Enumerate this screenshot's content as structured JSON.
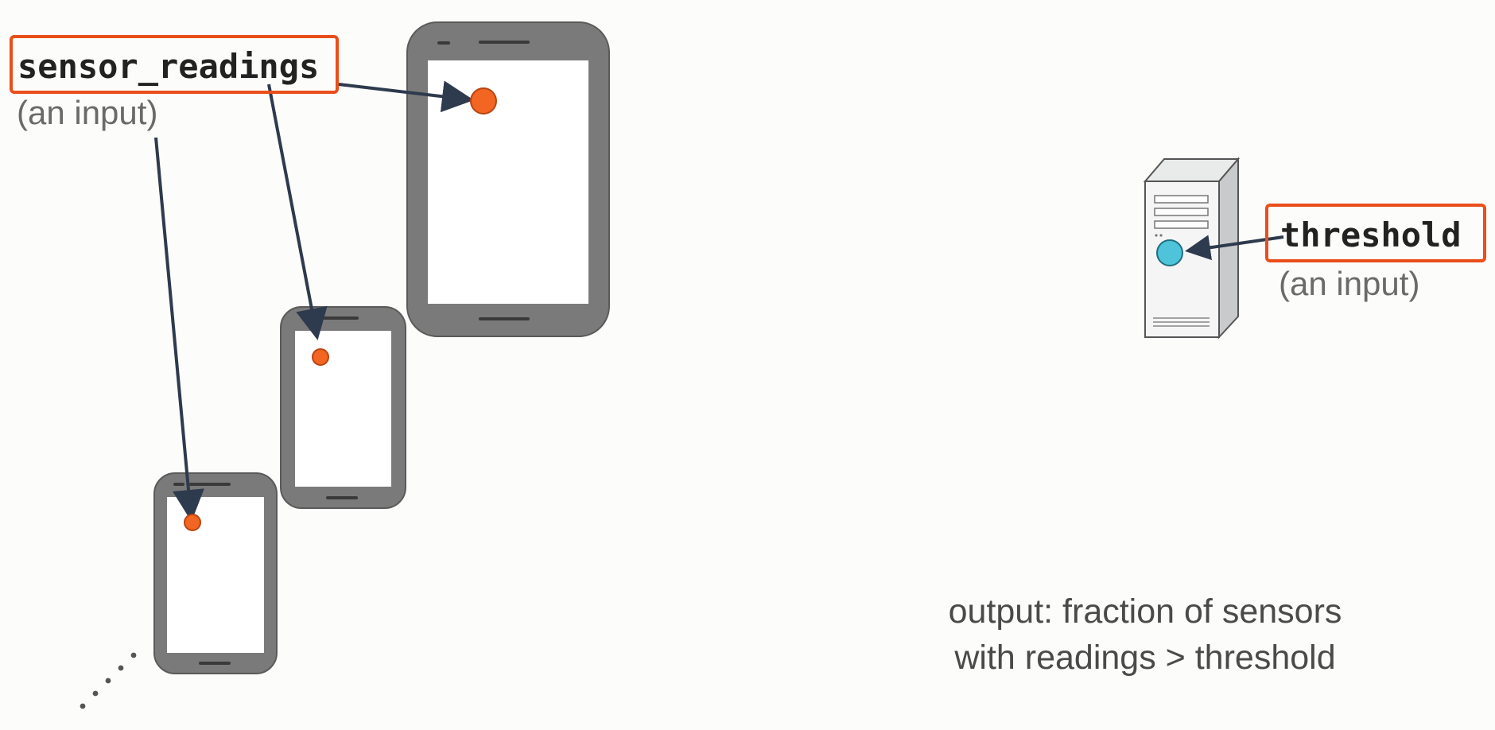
{
  "inputs": {
    "sensor": {
      "name": "sensor_readings",
      "note": "(an input)"
    },
    "threshold": {
      "name": "threshold",
      "note": "(an input)"
    }
  },
  "output": {
    "line1": "output: fraction of sensors",
    "line2": "with readings > threshold"
  },
  "colors": {
    "highlight": "#e94e1b",
    "reading_dot": "#f26522",
    "threshold_dot": "#4fc3d9",
    "phone_frame": "#7a7a7a",
    "arrow": "#2e3a4d"
  },
  "icons": [
    "phone-icon",
    "server-icon",
    "continuation-dots"
  ]
}
